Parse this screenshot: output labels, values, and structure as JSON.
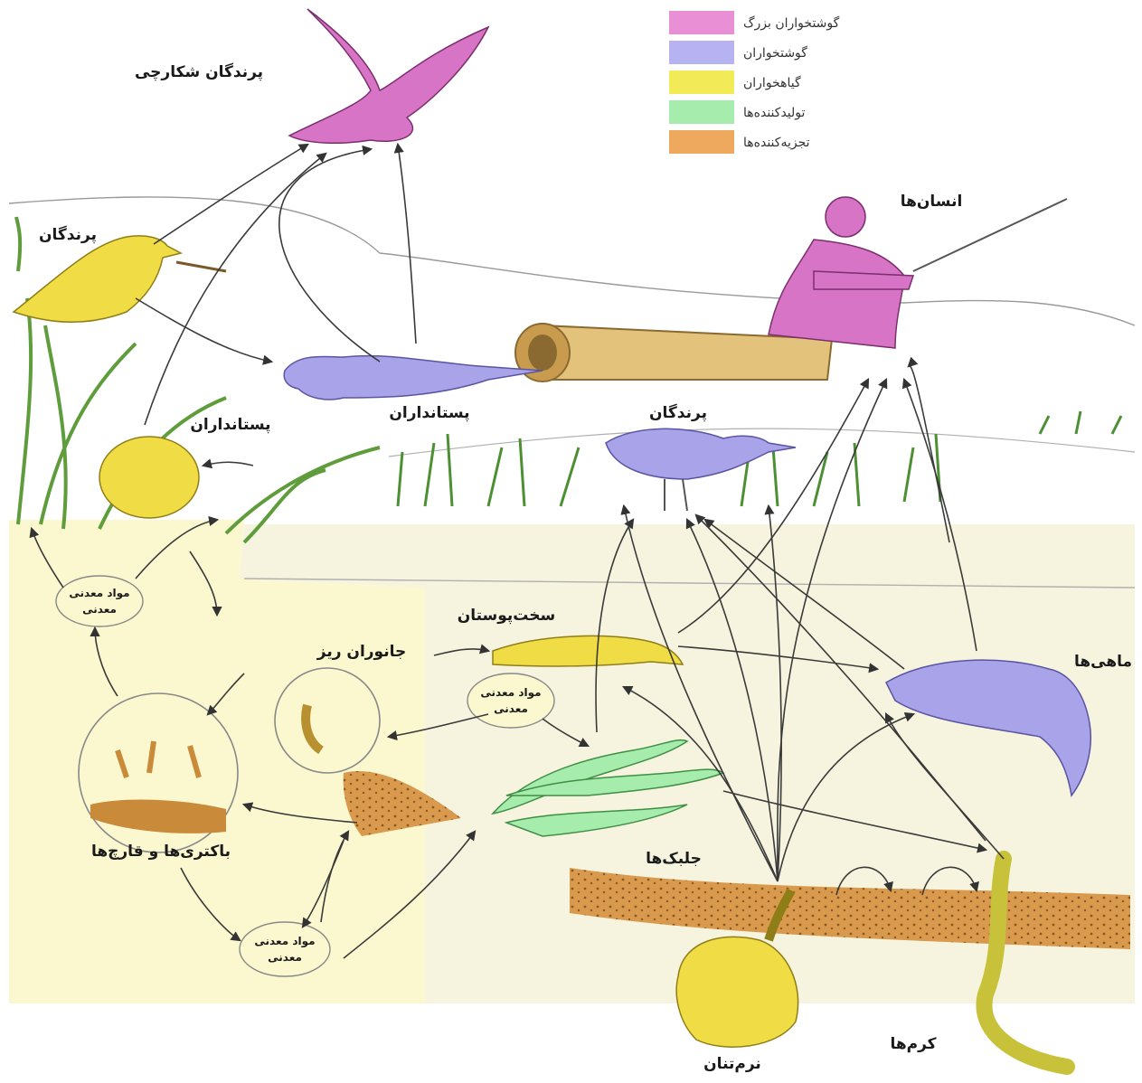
{
  "legend": [
    {
      "label": "گوشتخواران بزرگ",
      "color": "#e98fd6"
    },
    {
      "label": "گوشتخواران",
      "color": "#b7b3f3"
    },
    {
      "label": "گیاهخواران",
      "color": "#f3ea57"
    },
    {
      "label": "تولیدکننده‌ها",
      "color": "#a6ecad"
    },
    {
      "label": "تجزیه‌کننده‌ها",
      "color": "#efa95e"
    }
  ],
  "organisms": {
    "birds_of_prey": "پرندگان شکارچی",
    "birds_top": "پرندگان",
    "humans": "انسان‌ها",
    "mammals_otter": "پستانداران",
    "mammals_rodent": "پستانداران",
    "birds_water": "پرندگان",
    "crustaceans": "سخت‌پوستان",
    "small_animals": "جانوران ریز",
    "fish": "ماهی‌ها",
    "bacteria_fungi": "باکتری‌ها و قارچ‌ها",
    "algae": "جلبک‌ها",
    "mollusks": "نرم‌تنان",
    "worms": "کرم‌ها"
  },
  "minerals": {
    "line1": "مواد معدنی",
    "line2": "معدنی"
  },
  "colors": {
    "large_carnivore": "#d874c6",
    "carnivore": "#a9a3ea",
    "herbivore": "#f0dd45",
    "producer": "#5fbf4d",
    "decomposer": "#c98a3a",
    "ground": "#fbf7cf",
    "water": "#eef1f6"
  }
}
